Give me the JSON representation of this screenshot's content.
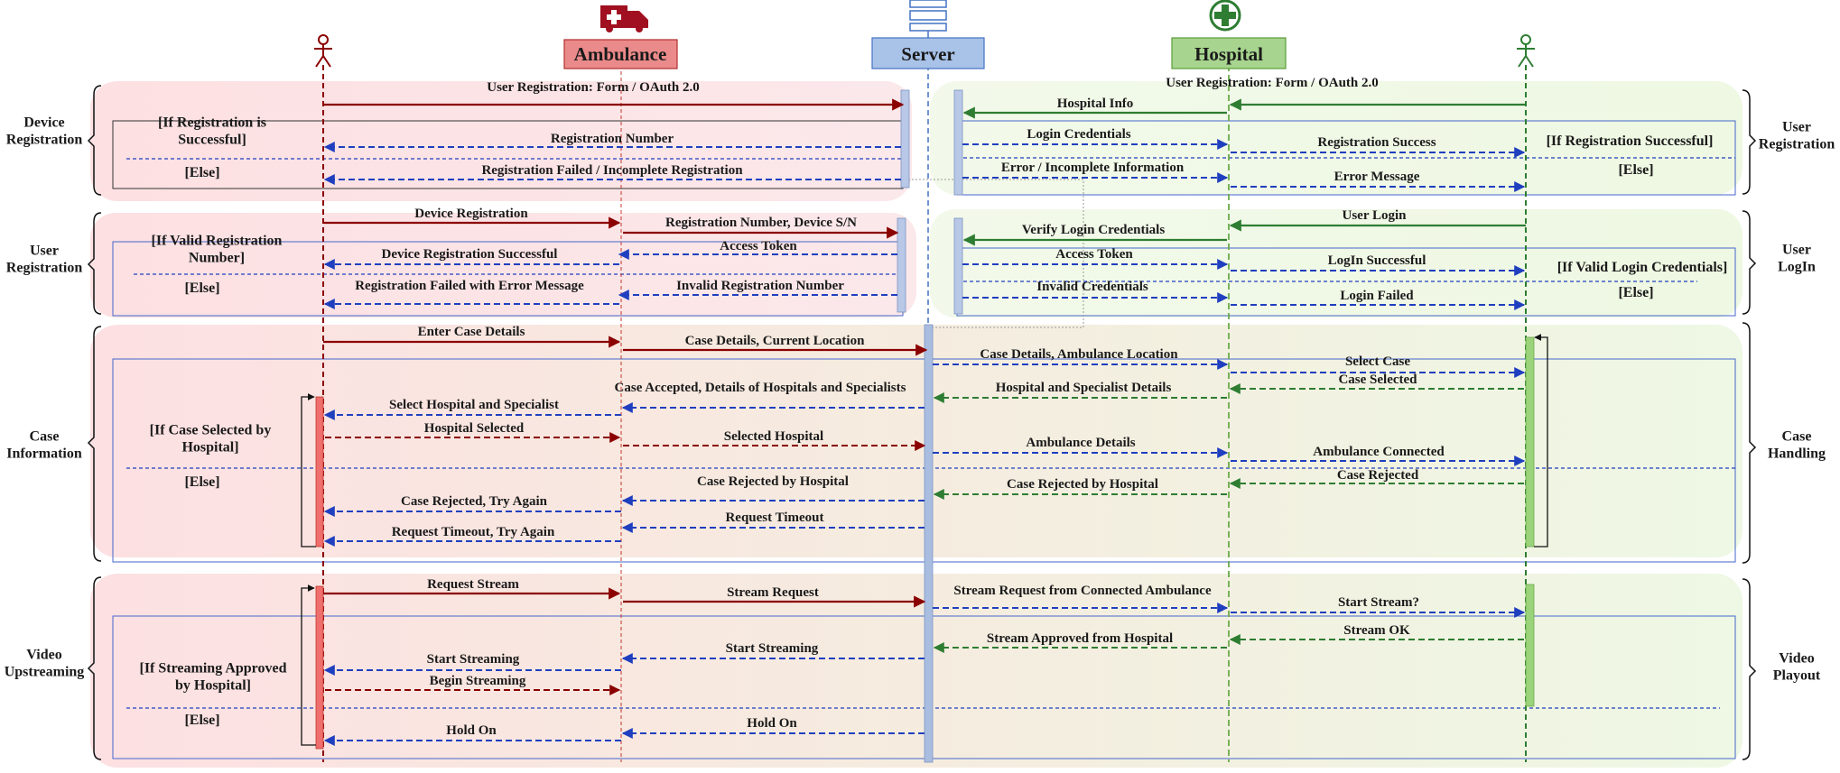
{
  "colors": {
    "ambulance_red": "#8B0000",
    "hospital_green": "#2E7D32",
    "server_blue": "#4472C4",
    "dashed_blue": "#1F3FBF"
  },
  "participants": {
    "ambulance": {
      "label": "Ambulance",
      "icon": "ambulance-icon"
    },
    "server": {
      "label": "Server",
      "icon": "server-icon"
    },
    "hospital": {
      "label": "Hospital",
      "icon": "cross-icon"
    },
    "user_left": {
      "icon": "actor-icon"
    },
    "user_right": {
      "icon": "actor-icon"
    }
  },
  "sections": {
    "left": [
      "Device\nRegistration",
      "User\nRegistration",
      "Case\nInformation",
      "Video\nUpstreaming"
    ],
    "right": [
      "User\nRegistration",
      "User\nLogIn",
      "Case\nHandling",
      "Video\nPlayout"
    ]
  },
  "conditions": {
    "reg_success": "[If Registration is\nSuccessful]",
    "valid_reg_number": "[If Valid Registration\nNumber]",
    "case_selected": "[If Case Selected by\nHospital]",
    "streaming_approved": "[If Streaming Approved\nby Hospital]",
    "reg_successful_right": "[If Registration Successful]",
    "valid_login": "[If Valid Login Credentials]",
    "else": "[Else]"
  },
  "messages": {
    "s1_user_reg": "User Registration: Form / OAuth 2.0",
    "s1_reg_number": "Registration Number",
    "s1_reg_failed": "Registration Failed / Incomplete Registration",
    "s2_device_reg": "Device Registration",
    "s2_reg_num_sn": "Registration Number, Device S/N",
    "s2_access_token": "Access Token",
    "s2_dev_reg_success": "Device Registration Successful",
    "s2_reg_failed_err": "Registration Failed with Error Message",
    "s2_invalid_reg_num": "Invalid Registration Number",
    "s3_enter_case": "Enter Case Details",
    "s3_case_details_loc": "Case Details, Current Location",
    "s3_case_accepted": "Case Accepted, Details of Hospitals and Specialists",
    "s3_select_hosp_spec": "Select Hospital and Specialist",
    "s3_hospital_selected": "Hospital Selected",
    "s3_selected_hospital": "Selected Hospital",
    "s3_case_rej_hosp": "Case Rejected by Hospital",
    "s3_case_rej_try": "Case Rejected, Try Again",
    "s3_request_timeout": "Request Timeout",
    "s3_timeout_try": "Request Timeout, Try Again",
    "s4_request_stream": "Request Stream",
    "s4_stream_request": "Stream Request",
    "s4_start_streaming": "Start Streaming",
    "s4_begin_streaming": "Begin Streaming",
    "s4_hold_on": "Hold On",
    "r1_user_reg": "User Registration: Form / OAuth 2.0",
    "r1_hospital_info": "Hospital Info",
    "r1_login_cred": "Login Credentials",
    "r1_reg_success": "Registration Success",
    "r1_error_incomplete": "Error / Incomplete Information",
    "r1_error_message": "Error Message",
    "r2_user_login": "User Login",
    "r2_verify_login": "Verify Login Credentials",
    "r2_access_token": "Access Token",
    "r2_login_successful": "LogIn Successful",
    "r2_invalid_cred": "Invalid Credentials",
    "r2_login_failed": "Login Failed",
    "r3_case_amb_loc": "Case Details, Ambulance Location",
    "r3_select_case": "Select Case",
    "r3_case_selected": "Case Selected",
    "r3_hosp_spec_details": "Hospital and Specialist Details",
    "r3_ambulance_details": "Ambulance Details",
    "r3_ambulance_connected": "Ambulance Connected",
    "r3_case_rejected": "Case Rejected",
    "r3_case_rej_hosp": "Case Rejected by Hospital",
    "r4_stream_req_conn": "Stream Request from Connected Ambulance",
    "r4_start_stream_q": "Start Stream?",
    "r4_stream_ok": "Stream OK",
    "r4_stream_approved": "Stream Approved from Hospital"
  }
}
